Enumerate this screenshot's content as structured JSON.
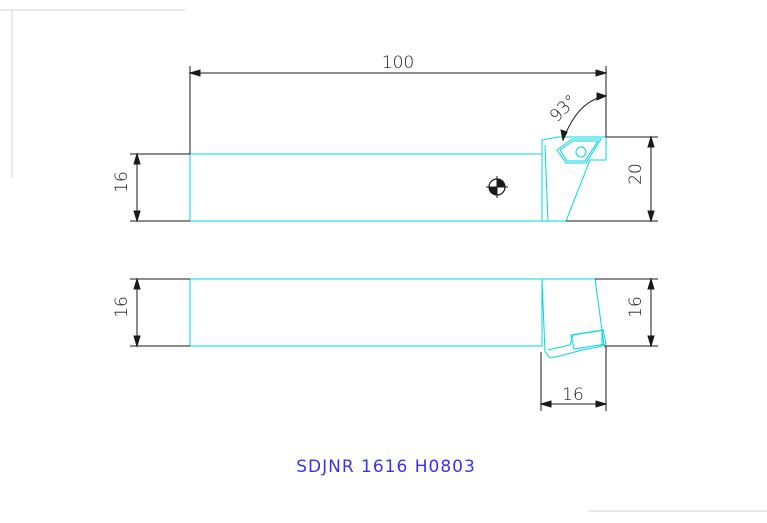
{
  "drawing": {
    "overall_length": "100",
    "approach_angle": "93°",
    "top_view_height": "16",
    "head_height": "20",
    "side_view_height_left": "16",
    "side_view_height_right": "16",
    "head_width": "16",
    "designation": "SDJNR 1616 H0803"
  },
  "colors": {
    "outline": "#00d8e0",
    "dimension": "#1a1a1a",
    "designation": "#3b33e6",
    "frame": "#cfcfcf"
  },
  "icons": {
    "center_mark": "quartered-circle-icon"
  }
}
